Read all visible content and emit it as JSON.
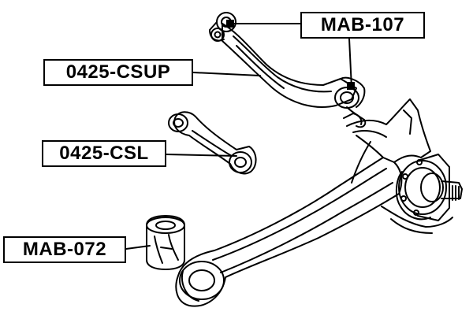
{
  "labels": {
    "mab107": "MAB-107",
    "csup": "0425-CSUP",
    "csl": "0425-CSL",
    "mab072": "MAB-072"
  },
  "colors": {
    "line": "#000000",
    "fill": "#ffffff",
    "marker": "#000000"
  }
}
